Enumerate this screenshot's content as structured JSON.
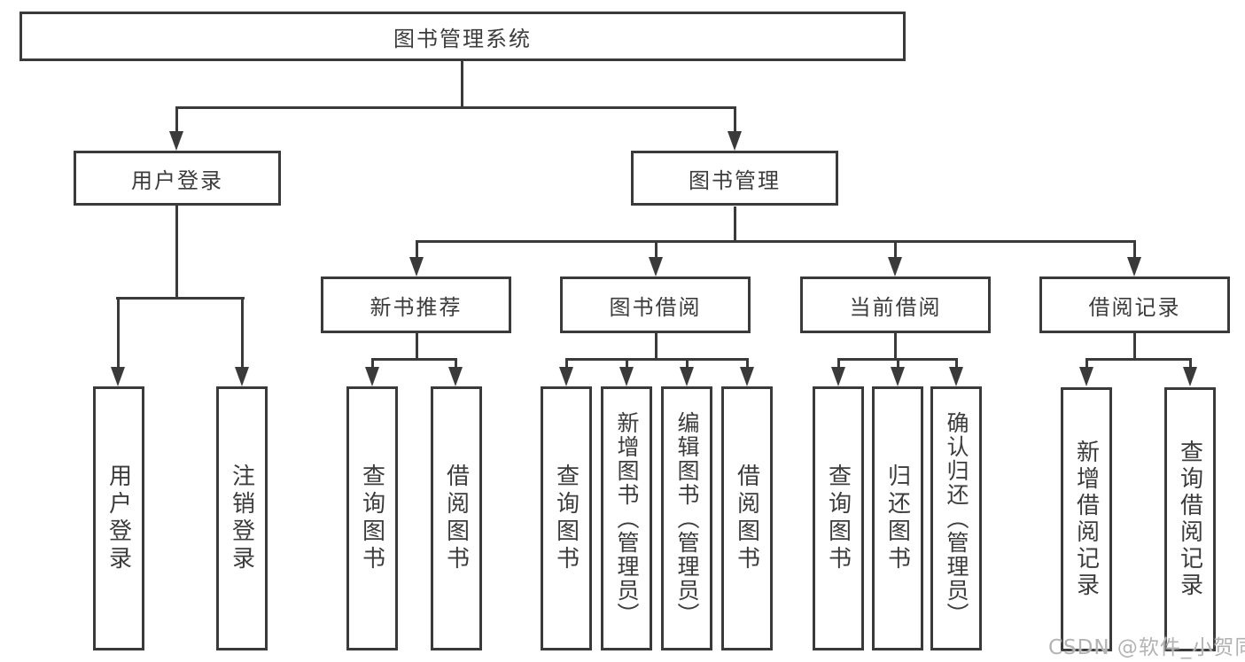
{
  "diagram": {
    "title": "图书管理系统",
    "tree": {
      "root": "图书管理系统",
      "branches": [
        {
          "label": "用户登录",
          "children": [
            "用户登录",
            "注销登录"
          ]
        },
        {
          "label": "图书管理",
          "children": [
            {
              "label": "新书推荐",
              "children": [
                "查询图书",
                "借阅图书"
              ]
            },
            {
              "label": "图书借阅",
              "children": [
                "查询图书",
                "新增图书（管理员）",
                "编辑图书（管理员）",
                "借阅图书"
              ]
            },
            {
              "label": "当前借阅",
              "children": [
                "查询图书",
                "归还图书",
                "确认归还（管理员）"
              ]
            },
            {
              "label": "借阅记录",
              "children": [
                "新增借阅记录",
                "查询借阅记录"
              ]
            }
          ]
        }
      ]
    },
    "colors": {
      "line": "#3a3a3a",
      "text": "#3c3c3c",
      "watermark": "#b3b3b3",
      "background": "#ffffff"
    }
  },
  "watermark": "CSDN @软件_小贺同学"
}
